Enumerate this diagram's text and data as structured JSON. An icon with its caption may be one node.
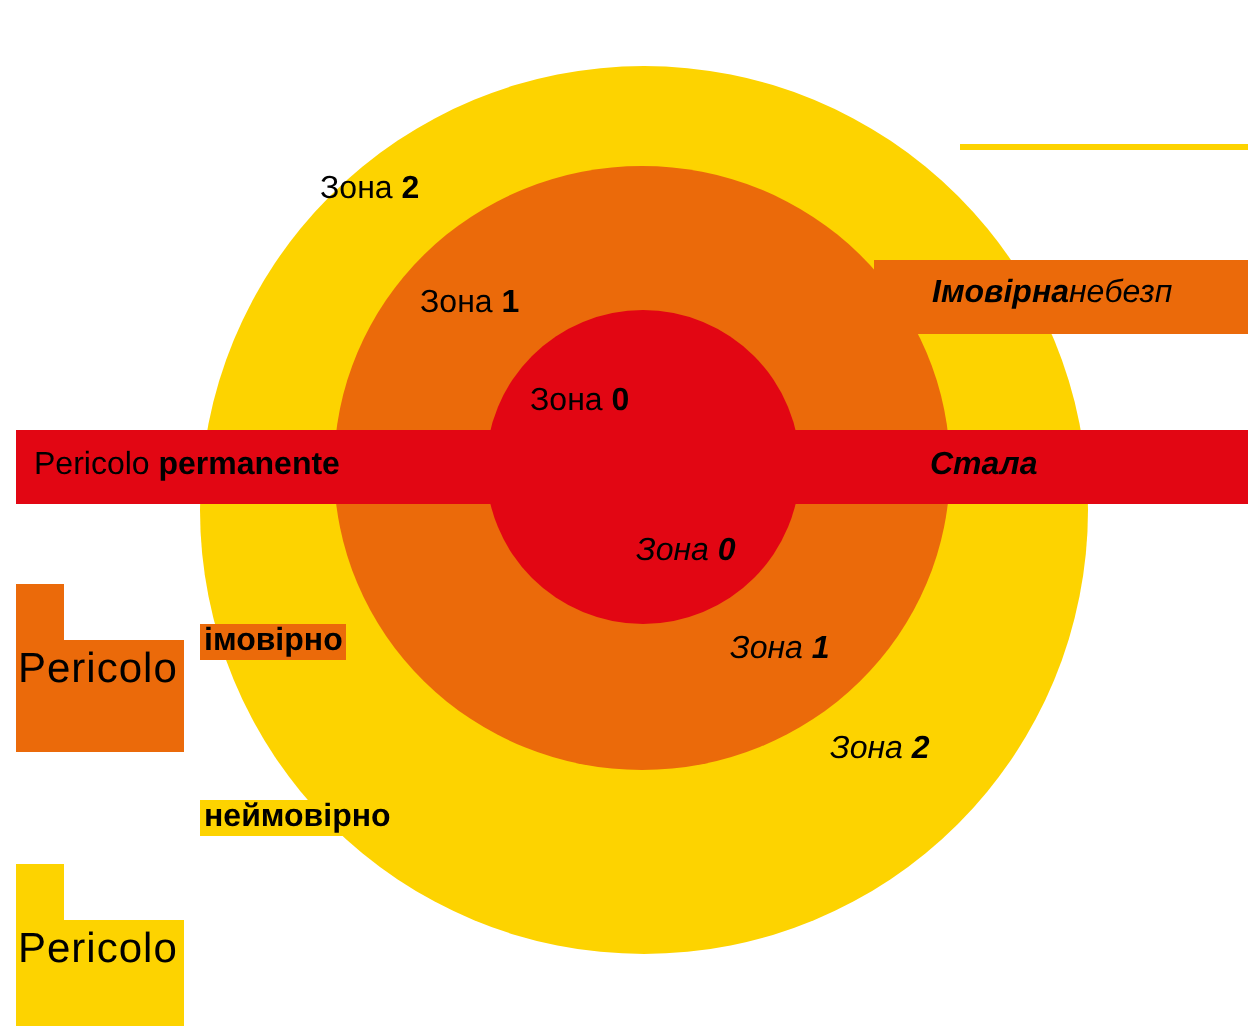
{
  "diagram": {
    "nodes": [
      {
        "text": [],
        "shape": "circle"
      },
      {
        "text": [],
        "shape": "circle",
        "in": 0
      },
      {
        "text": [],
        "shape": "circle",
        "in": 1
      },
      {
        "text": [
          "Pericolo **permanente**",
          "Стала"
        ]
      },
      {
        "text": [
          "**Імовірна**небезп"
        ]
      },
      {
        "text": [
          "Pericolo"
        ]
      },
      {
        "text": [
          "Pericolo"
        ]
      }
    ],
    "labels": [
      "Зона **2**",
      "Зона **1**",
      "Зона **0**",
      "Зона **0**",
      "імовірно",
      "Зона **1**",
      "Зона **2**",
      "неймовірно"
    ]
  }
}
